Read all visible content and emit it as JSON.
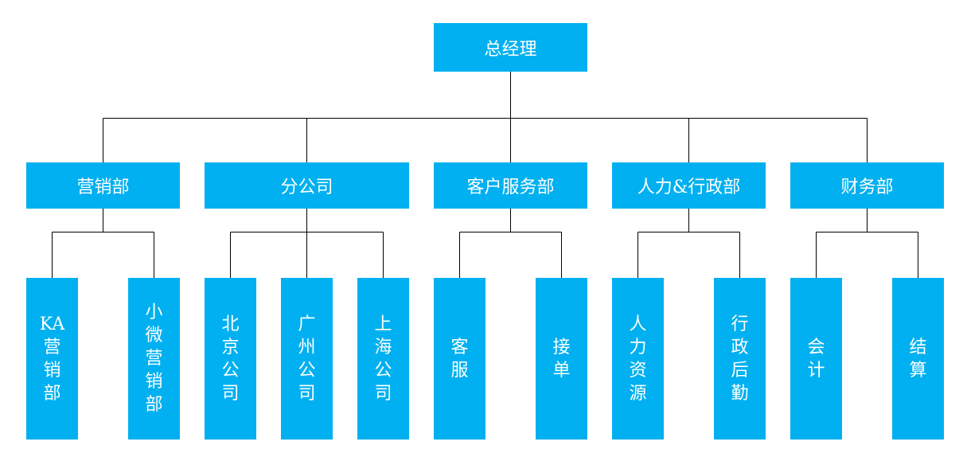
{
  "colors": {
    "box": "#00b0f0",
    "text": "#ffffff",
    "line": "#000000"
  },
  "root": {
    "label": "总经理"
  },
  "departments": [
    {
      "label": "营销部",
      "children": [
        "KA营销部",
        "小微营销部"
      ]
    },
    {
      "label": "分公司",
      "children": [
        "北京公司",
        "广州公司",
        "上海公司"
      ]
    },
    {
      "label": "客户服务部",
      "children": [
        "客服",
        "接单"
      ]
    },
    {
      "label": "人力&行政部",
      "children": [
        "人力资源",
        "行政后勤"
      ]
    },
    {
      "label": "财务部",
      "children": [
        "会计",
        "结算"
      ]
    }
  ]
}
